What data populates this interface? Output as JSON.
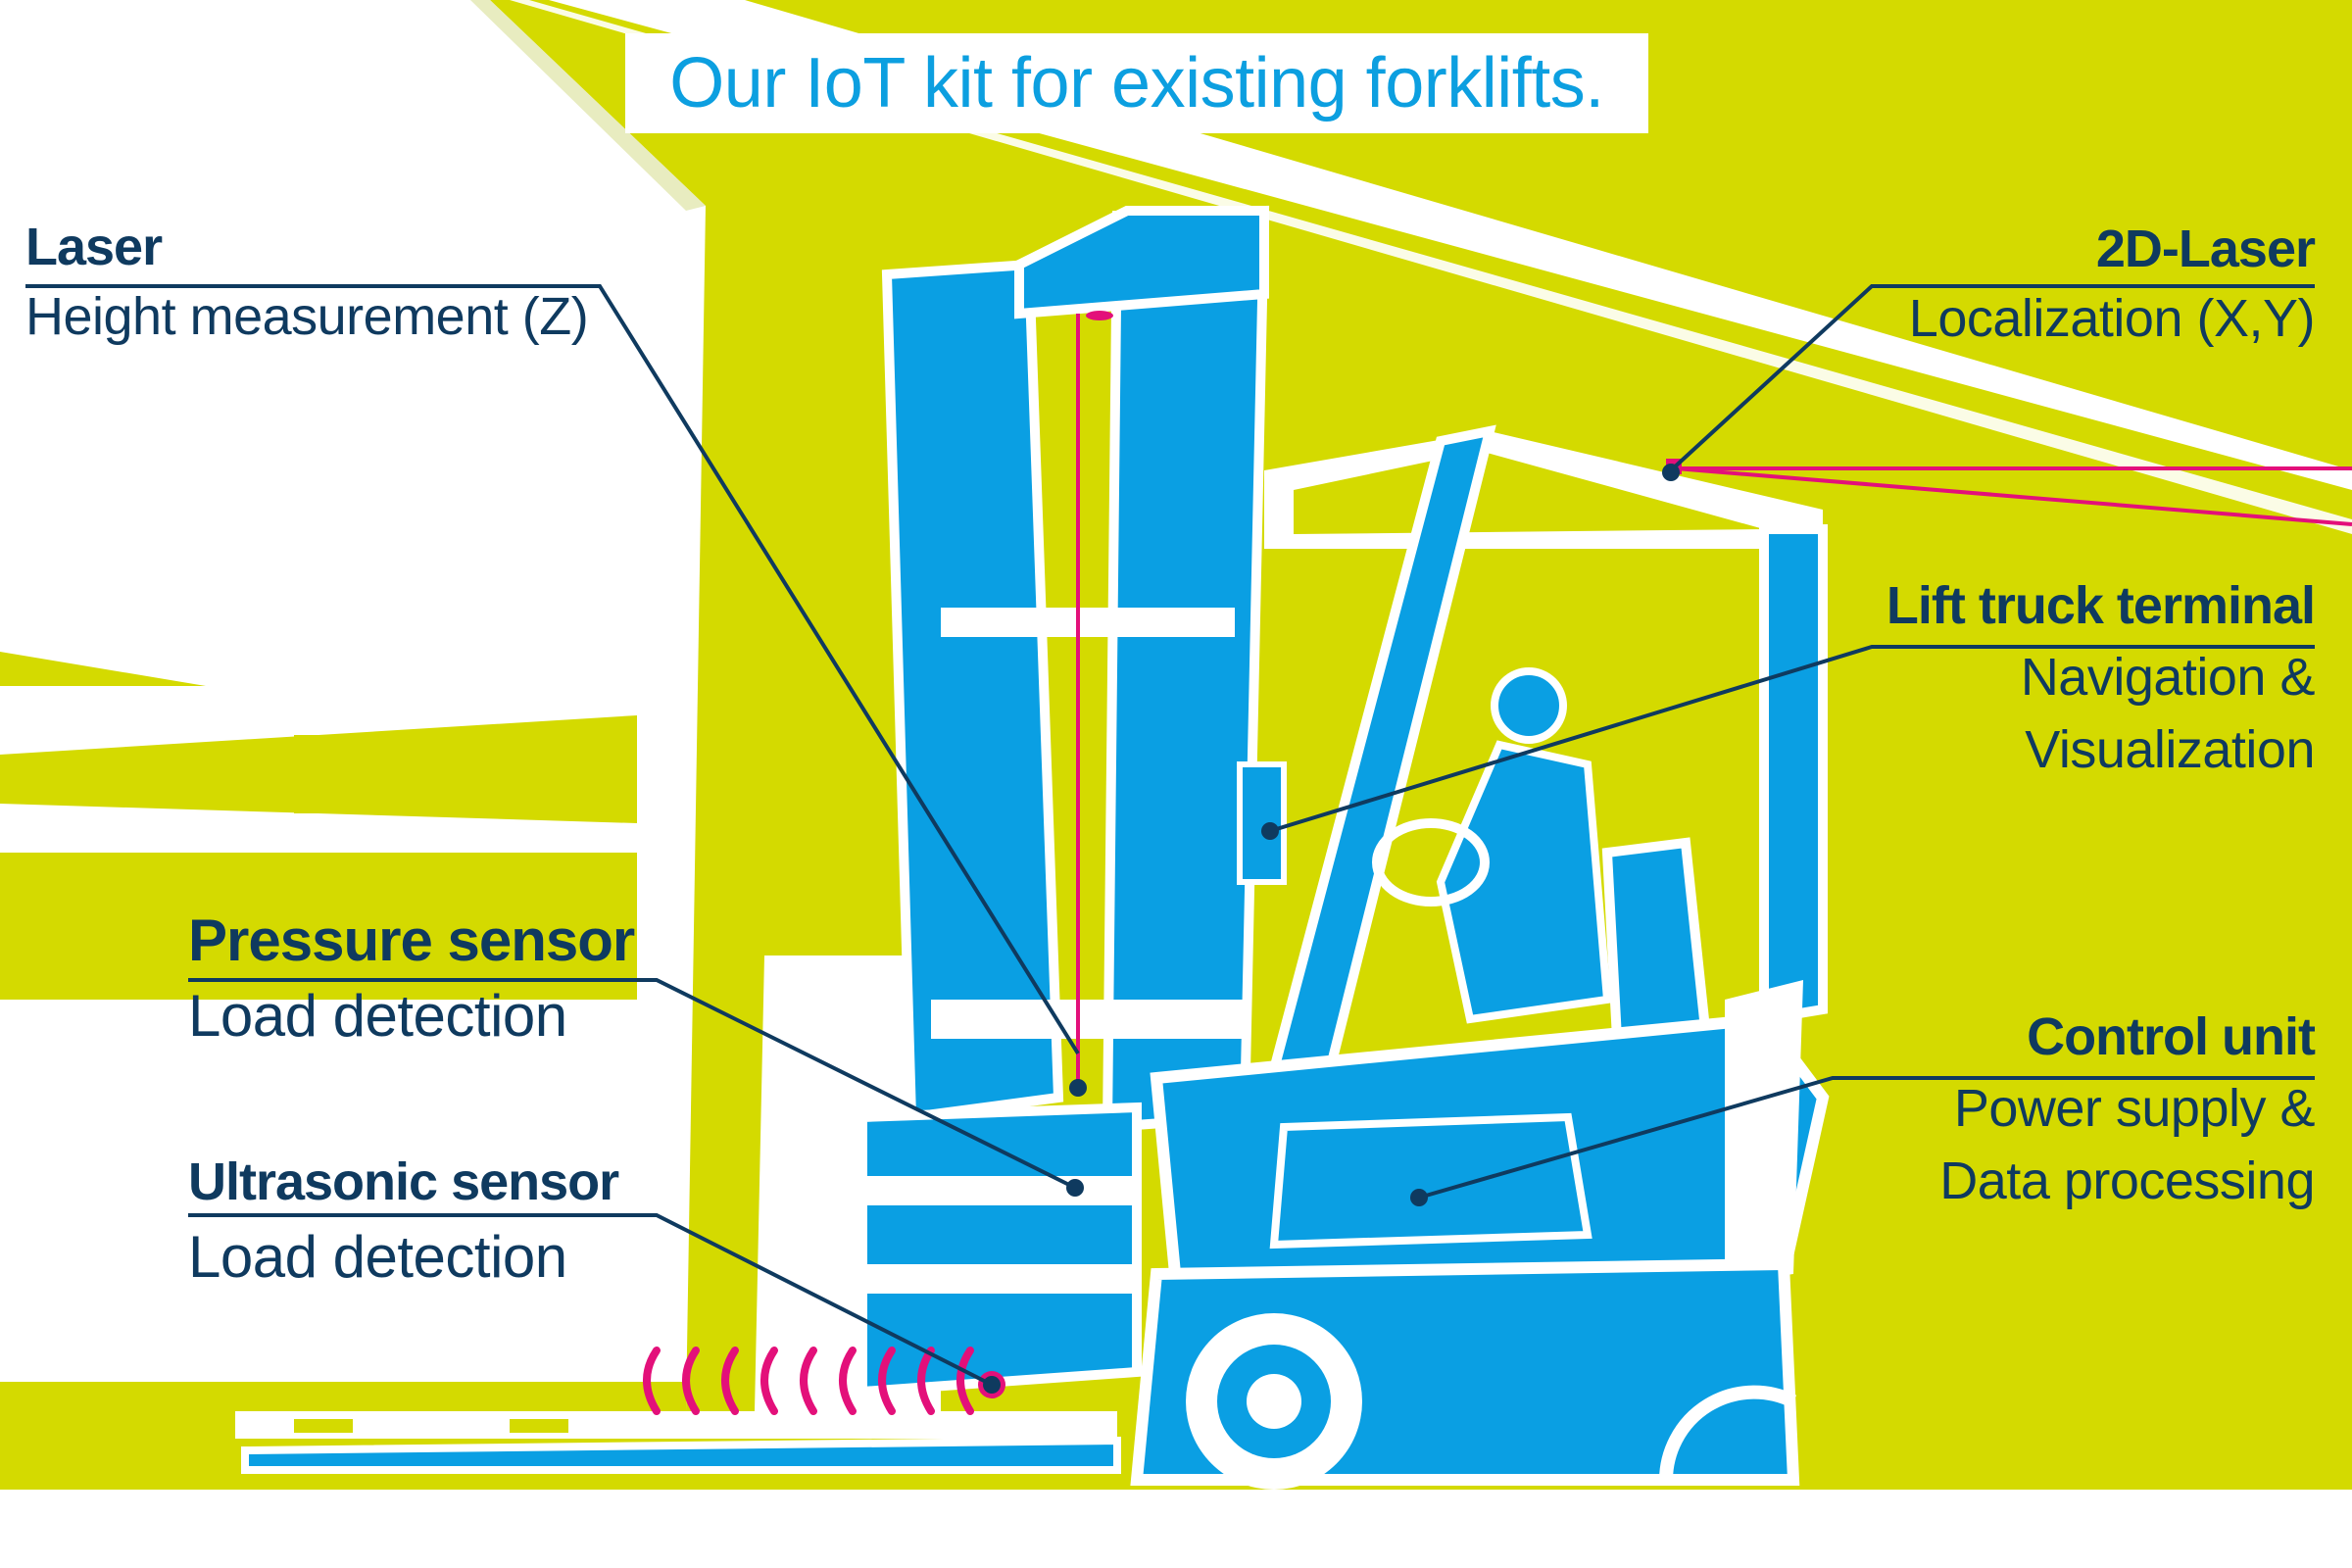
{
  "title": "Our IoT kit for existing forklifts.",
  "colors": {
    "background": "#d4da00",
    "forklift": "#0a9fe3",
    "outline": "#ffffff",
    "laser_beam": "#e3107a",
    "callout_line": "#0f3a5f",
    "label_text": "#0f3a5f",
    "title_text": "#0c9fe0"
  },
  "callouts": {
    "laser": {
      "heading": "Laser",
      "detail": "Height measurement (Z)"
    },
    "laser_2d": {
      "heading": "2D-Laser",
      "detail": "Localization (X,Y)"
    },
    "terminal": {
      "heading": "Lift truck terminal",
      "detail_1": "Navigation &",
      "detail_2": "Visualization"
    },
    "pressure": {
      "heading": "Pressure sensor",
      "detail": "Load detection"
    },
    "control": {
      "heading": "Control unit",
      "detail_1": "Power supply &",
      "detail_2": "Data processing"
    },
    "ultrasonic": {
      "heading": "Ultrasonic sensor",
      "detail": "Load detection"
    }
  }
}
